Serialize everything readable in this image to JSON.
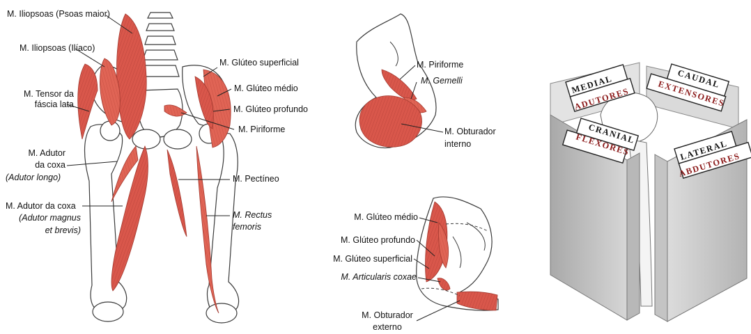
{
  "colors": {
    "muscle": "#d9574b",
    "muscle_light": "#e8857a",
    "muscle_dark": "#b8433a",
    "bone_stroke": "#3a3a3a",
    "label_red": "#8c1a1a",
    "box_gray": "#cfcfcf"
  },
  "front_view": {
    "iliopsoas_psoas": "M. Iliopsoas (Psoas maior)",
    "iliopsoas_iliaco": "M. Iliopsoas (Ilíaco)",
    "tensor_line1": "M. Tensor da",
    "tensor_line2": "fáscia lata",
    "adutor_longo_line1": "M. Adutor",
    "adutor_longo_line2": "da coxa",
    "adutor_longo_line3": "(Adutor longo)",
    "adutor_magnus_line1": "M. Adutor da coxa",
    "adutor_magnus_line2": "(Adutor magnus",
    "adutor_magnus_line3": "et brevis)",
    "gluteo_superficial": "M. Glúteo superficial",
    "gluteo_medio": "M. Glúteo médio",
    "gluteo_profundo": "M. Glúteo profundo",
    "piriforme": "M. Piriforme",
    "pectineo": "M. Pectíneo",
    "rectus_line1": "M. Rectus",
    "rectus_line2": "femoris"
  },
  "hip_detail_top": {
    "piriforme": "M. Piriforme",
    "gemelli": "M. Gemelli",
    "obturador_line1": "M. Obturador",
    "obturador_line2": "interno"
  },
  "hip_detail_bottom": {
    "gluteo_medio": "M. Glúteo médio",
    "gluteo_profundo": "M. Glúteo profundo",
    "gluteo_superficial": "M. Glúteo superficial",
    "articularis": "M. Articularis coxae",
    "obturador_line1": "M. Obturador",
    "obturador_line2": "externo"
  },
  "movement_box": {
    "medial": "MEDIAL",
    "adutores": "ADUTORES",
    "caudal": "CAUDAL",
    "extensores": "EXTENSORES",
    "cranial": "CRANIAL",
    "flexores": "FLEXORES",
    "lateral": "LATERAL",
    "abdutores": "ABDUTORES"
  }
}
